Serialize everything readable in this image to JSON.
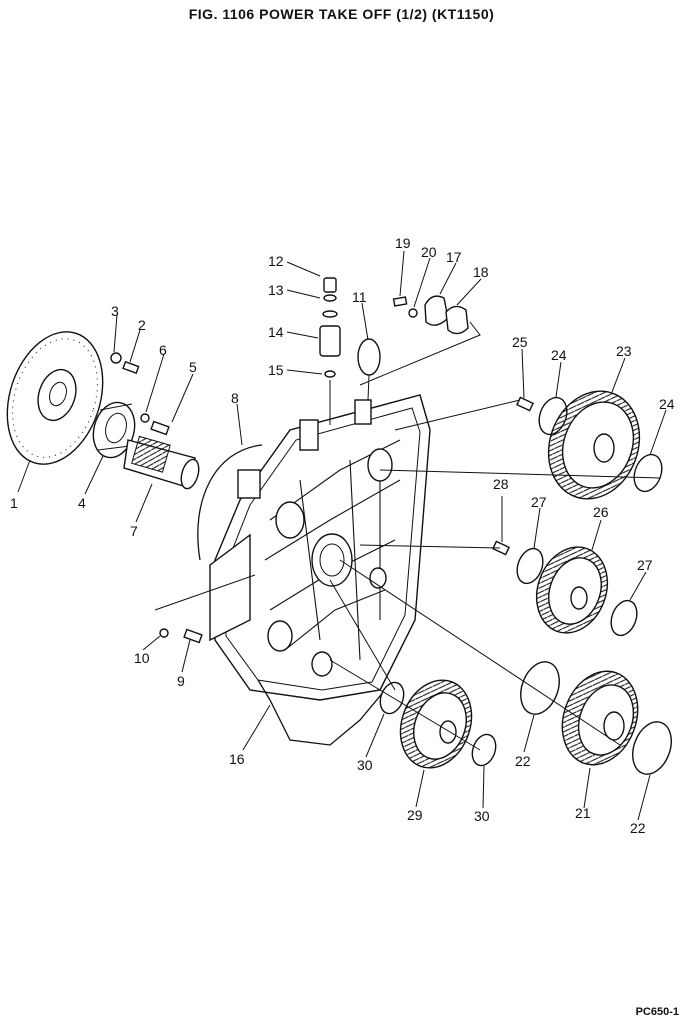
{
  "figure": {
    "title": "FIG. 1106   POWER TAKE OFF (1/2) (KT1150)",
    "code": "PC650-1"
  },
  "callouts": [
    "1",
    "2",
    "3",
    "4",
    "5",
    "6",
    "7",
    "8",
    "9",
    "10",
    "11",
    "12",
    "13",
    "14",
    "15",
    "16",
    "17",
    "18",
    "19",
    "20",
    "21",
    "22",
    "22",
    "23",
    "24",
    "24",
    "25",
    "26",
    "27",
    "27",
    "28",
    "29",
    "30",
    "30"
  ]
}
